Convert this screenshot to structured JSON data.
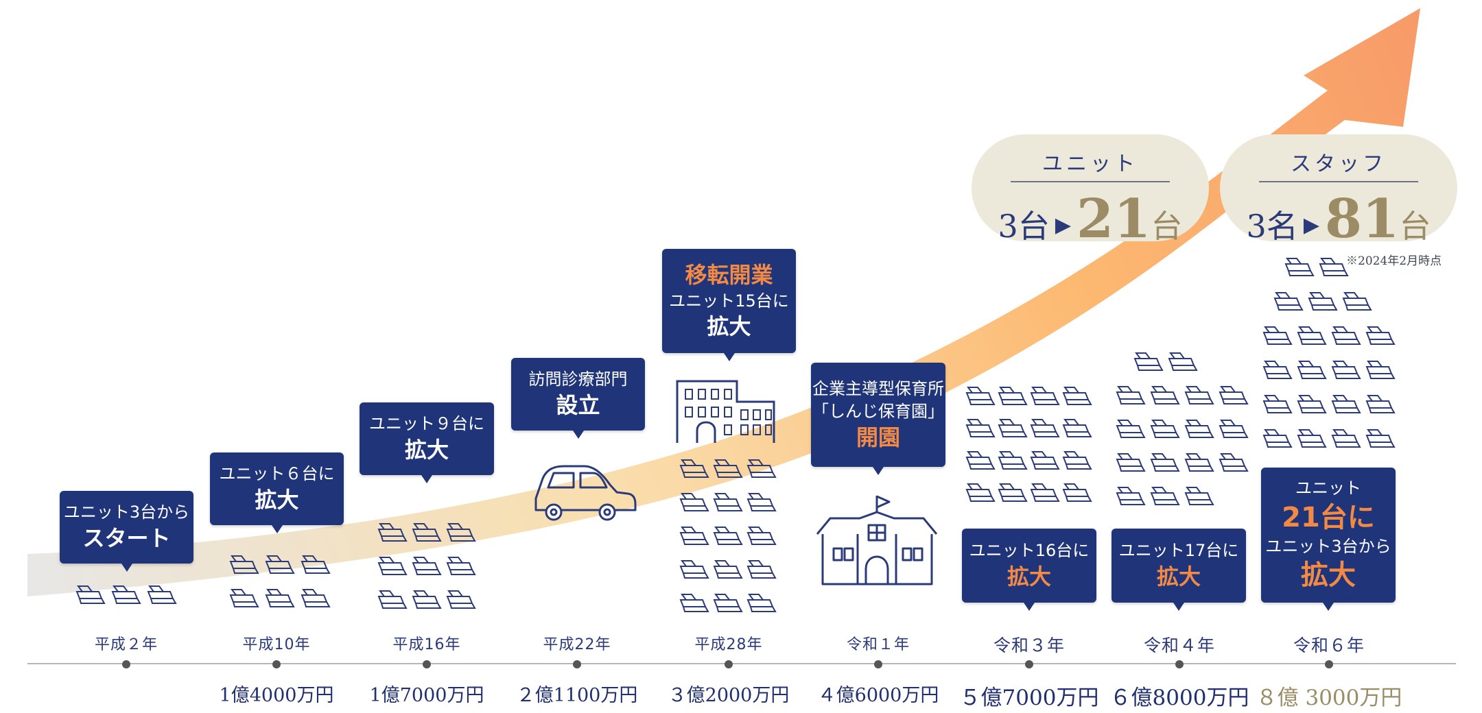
{
  "pills": [
    {
      "title": "ユニット",
      "from_number": "3",
      "from_unit": "台",
      "arrow": "▶",
      "to_number": "21",
      "to_unit": "台"
    },
    {
      "title": "スタッフ",
      "from_number": "3",
      "from_unit": "名",
      "arrow": "▶",
      "to_number": "81",
      "to_unit": "台"
    }
  ],
  "note": "※2024年2月時点",
  "colors": {
    "navy": "#203579",
    "orange": "#f28a46",
    "gold": "#9c8c66",
    "pill": "#ece8da"
  },
  "timeline": [
    {
      "year": "平成２年",
      "revenue": "",
      "callout": {
        "lines": [
          "ユニット3台から",
          "スタート"
        ]
      },
      "unit_icons": 3,
      "image": "dental-chair-icons"
    },
    {
      "year": "平成10年",
      "revenue": "1億4000万円",
      "callout": {
        "lines": [
          "ユニット６台に",
          "拡大"
        ]
      },
      "unit_icons": 6,
      "image": "dental-chair-icons"
    },
    {
      "year": "平成16年",
      "revenue": "1億7000万円",
      "callout": {
        "lines": [
          "ユニット９台に",
          "拡大"
        ]
      },
      "unit_icons": 9,
      "image": "dental-chair-icons"
    },
    {
      "year": "平成22年",
      "revenue": "２億1100万円",
      "callout": {
        "lines": [
          "訪問診療部門",
          "設立"
        ]
      },
      "unit_icons": 0,
      "image": "car-icon"
    },
    {
      "year": "平成28年",
      "revenue": "３億2000万円",
      "callout": {
        "lines": [
          "移転開業",
          "ユニット15台に",
          "拡大"
        ]
      },
      "unit_icons": 15,
      "image": "building-icon"
    },
    {
      "year": "令和１年",
      "revenue": "４億6000万円",
      "callout": {
        "lines": [
          "企業主導型保育所",
          "「しんじ保育園」",
          "開園"
        ]
      },
      "unit_icons": 0,
      "image": "school-icon"
    },
    {
      "year": "令和３年",
      "revenue": "５億7000万円",
      "callout": {
        "lines": [
          "ユニット16台に",
          "拡大"
        ]
      },
      "unit_icons": 16,
      "image": "dental-chair-icons"
    },
    {
      "year": "令和４年",
      "revenue": "６億8000万円",
      "callout": {
        "lines": [
          "ユニット17台に",
          "拡大"
        ]
      },
      "unit_icons": 17,
      "image": "dental-chair-icons"
    },
    {
      "year": "令和６年",
      "revenue": "８億 3000万円",
      "callout": {
        "lines": [
          "ユニット",
          "21台に",
          "ユニット3台から",
          "拡大"
        ]
      },
      "unit_icons": 21,
      "image": "dental-chair-icons"
    }
  ]
}
